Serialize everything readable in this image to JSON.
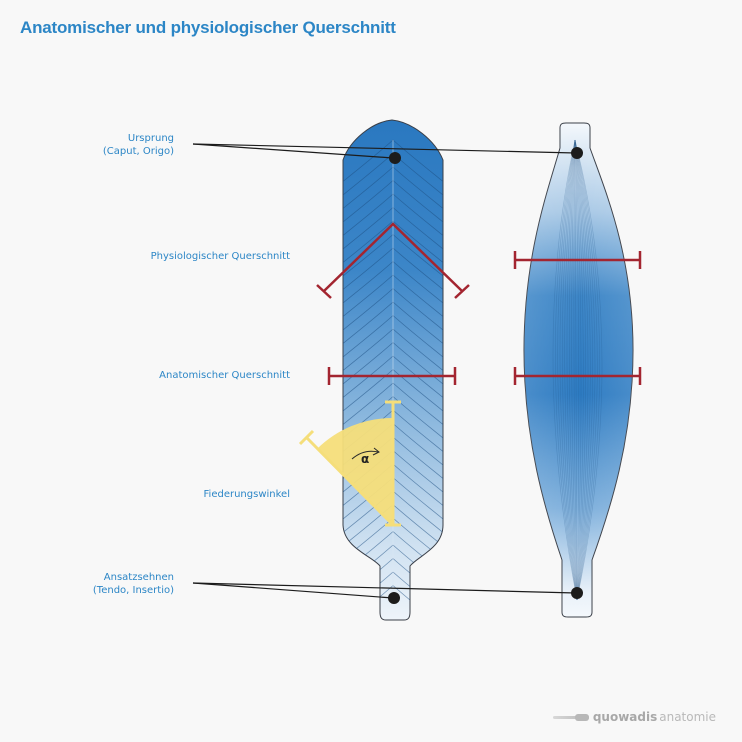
{
  "title": "Anatomischer und physiologischer Querschnitt",
  "labels": {
    "ursprung": [
      "Ursprung",
      "(Caput, Origo)"
    ],
    "physiologisch": "Physiologischer Querschnitt",
    "anatomisch": "Anatomischer Querschnitt",
    "fiederungswinkel": "Fiederungswinkel",
    "ansatz": [
      "Ansatzsehnen",
      "(Tendo, Insertio)"
    ]
  },
  "angle_symbol": "α",
  "brand": {
    "strong": "quowadis",
    "light": "anatomie"
  },
  "colors": {
    "accent": "#2c86c6",
    "section_marker": "#a32530",
    "angle_fill": "#f5de7a",
    "muscle_dark": "#2d7ec4",
    "tendon_light": "#e6f0f8"
  },
  "icons": {
    "point_marker": "filled-circle",
    "brand_logo": "scalpel-icon"
  }
}
